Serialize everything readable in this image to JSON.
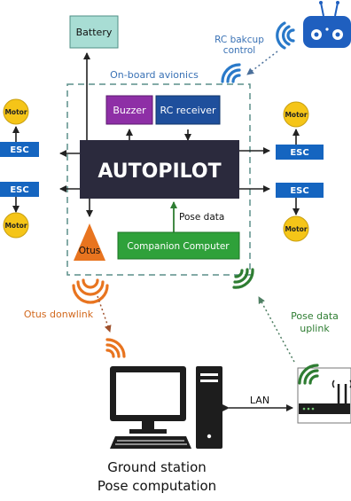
{
  "labels": {
    "battery": "Battery",
    "rc_backup_line1": "RC bakcup",
    "rc_backup_line2": "control",
    "onboard_avionics": "On-board avionics",
    "buzzer": "Buzzer",
    "rc_receiver": "RC receiver",
    "autopilot": "AUTOPILOT",
    "pose_data": "Pose data",
    "otus": "Otus",
    "companion_computer": "Companion Computer",
    "otus_downlink": "Otus donwlink",
    "pose_uplink_line1": "Pose data",
    "pose_uplink_line2": "uplink",
    "lan": "LAN",
    "ground_station_line1": "Ground station",
    "ground_station_line2": "Pose computation"
  },
  "motors": [
    "Motor",
    "Motor",
    "Motor",
    "Motor"
  ],
  "escs": [
    "ESC",
    "ESC",
    "ESC",
    "ESC"
  ],
  "colors": {
    "battery_fill": "#a8ddd4",
    "buzzer_fill": "#8e2fa6",
    "rc_receiver_fill": "#1f4f9c",
    "autopilot_fill": "#2b2a3d",
    "companion_fill": "#2fa13a",
    "otus_fill": "#e8741f",
    "esc_fill": "#1565c0",
    "motor_fill": "#f5c518",
    "rc_wave": "#2979c9",
    "otus_wave": "#e8741f",
    "pose_wave": "#2e7d32",
    "dashed_border": "#5b8f8a"
  }
}
